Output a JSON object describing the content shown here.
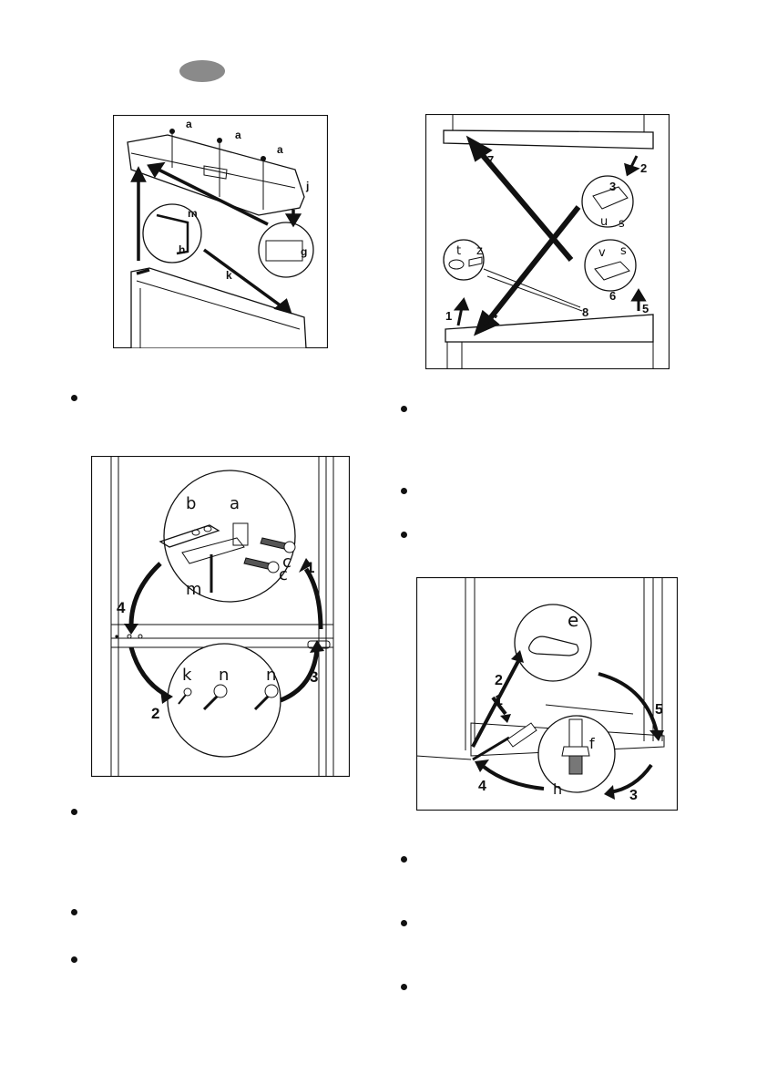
{
  "figure1": {
    "labels": {
      "a1": "a",
      "a2": "a",
      "a3": "a",
      "j": "j",
      "m": "m",
      "h": "h",
      "g": "g",
      "k": "k"
    }
  },
  "figure2": {
    "labels": {
      "n7": "7",
      "n2": "2",
      "n3": "3",
      "u": "u",
      "s1": "s",
      "t": "t",
      "z": "z",
      "v": "v",
      "s2": "s",
      "n6": "6",
      "n1": "1",
      "n4": "4",
      "n8": "8",
      "n5": "5"
    }
  },
  "figure3": {
    "labels": {
      "b": "b",
      "a": "a",
      "c1": "c",
      "c2": "c",
      "m": "m",
      "n1": "1",
      "n4": "4",
      "n2": "2",
      "n3": "3",
      "k": "k",
      "na": "n",
      "nb": "n"
    }
  },
  "figure4": {
    "labels": {
      "e": "e",
      "n2": "2",
      "n1": "1",
      "n5": "5",
      "f": "f",
      "h": "h",
      "n4": "4",
      "n3": "3"
    }
  }
}
